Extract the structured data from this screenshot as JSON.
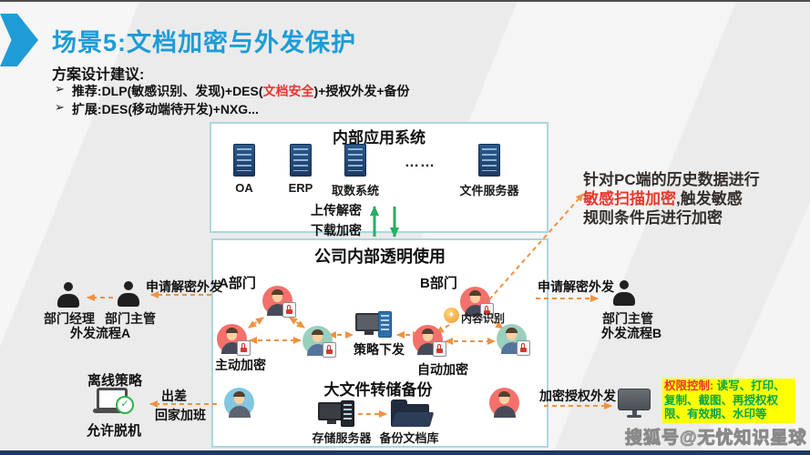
{
  "header": {
    "title": "场景5:文档加密与外发保护",
    "subtitle": "方案设计建议:",
    "bullet_marker": "➢",
    "bullet1_pre": "推荐:DLP(敏感识别、发现)+DES(",
    "bullet1_red": "文档安全",
    "bullet1_post": ")+授权外发+备份",
    "bullet2": "扩展:DES(移动端待开发)+NXG..."
  },
  "top_box": {
    "title": "内部应用系统",
    "servers": [
      {
        "label": "OA"
      },
      {
        "label": "ERP"
      },
      {
        "label": "取数系统"
      },
      {
        "label": "……"
      },
      {
        "label": "文件服务器"
      }
    ]
  },
  "transfer": {
    "upload": "上传解密",
    "download": "下载加密"
  },
  "main_box": {
    "title": "公司内部透明使用",
    "dept_a_label": "A部门",
    "dept_a_caption": "主动加密",
    "dept_b_label": "B部门",
    "dept_b_caption": "自动加密",
    "content_badge": "内容识别",
    "policy_label": "策略下发",
    "backup_title": "大文件转储备份",
    "storage_label": "存储服务器",
    "library_label": "备份文档库"
  },
  "left_flow": {
    "request": "申请解密外发",
    "manager": "部门经理",
    "supervisor": "部门主管",
    "process": "外发流程A"
  },
  "right_flow": {
    "request": "申请解密外发",
    "supervisor": "部门主管",
    "process": "外发流程B"
  },
  "annotation": {
    "line1": "针对PC端的历史数据进行",
    "red": "敏感扫描加密",
    "line2": ",触发敏感",
    "line3": "规则条件后进行加密"
  },
  "offline": {
    "title": "离线策略",
    "allow": "允许脱机",
    "trip": "出差",
    "overtime": "回家加班"
  },
  "outbound": {
    "label": "加密授权外发",
    "perm_title": "权限控制:",
    "perm_text": "读写、打印、复制、截图、再授权权限、有效期、水印等"
  },
  "watermark": "搜狐号@无忧知识星球",
  "colors": {
    "accent_blue": "#1E9CD7",
    "alert_red": "#E8372C",
    "arrow_orange": "#EF9243",
    "flow_green": "#27AE60",
    "perm_green": "#00A650",
    "highlight_yellow": "#FFFF00",
    "server_navy": "#1E3C66",
    "box_border_teal": "#ABD7DE"
  }
}
